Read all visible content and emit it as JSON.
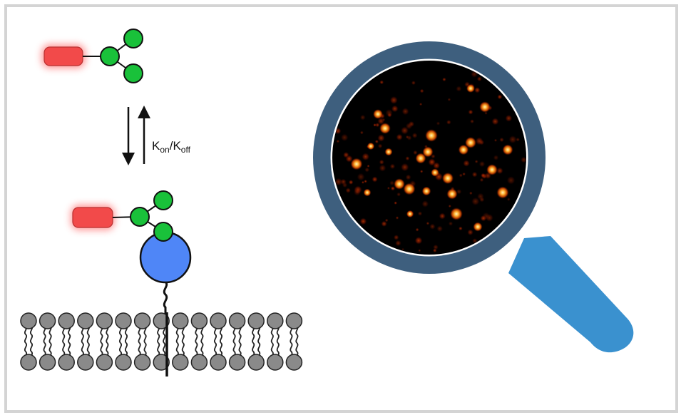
{
  "figure": {
    "equilibrium_label": {
      "k": "K",
      "on": "on",
      "sep": "/",
      "off": "off"
    },
    "colors": {
      "frame_border": "#d4d4d4",
      "dye": "#f24a4a",
      "dye_glow": "#ff8080",
      "glycan": "#19c13a",
      "receptor": "#4f86f7",
      "lipid_head": "#8a8a8a",
      "lens_ring": "#3e5f7e",
      "lens_handle": "#3a91cf",
      "image_bg": "#000000",
      "spot_hot": "#fff0a0",
      "spot_warm": "#ff7a10",
      "spot_dim": "#8a1a00"
    },
    "icons": [
      "fluorescent-dye-icon",
      "glycan-ligand-icon",
      "receptor-protein-icon",
      "lipid-bilayer-icon",
      "magnifying-glass-icon",
      "super-resolution-image-icon"
    ]
  }
}
